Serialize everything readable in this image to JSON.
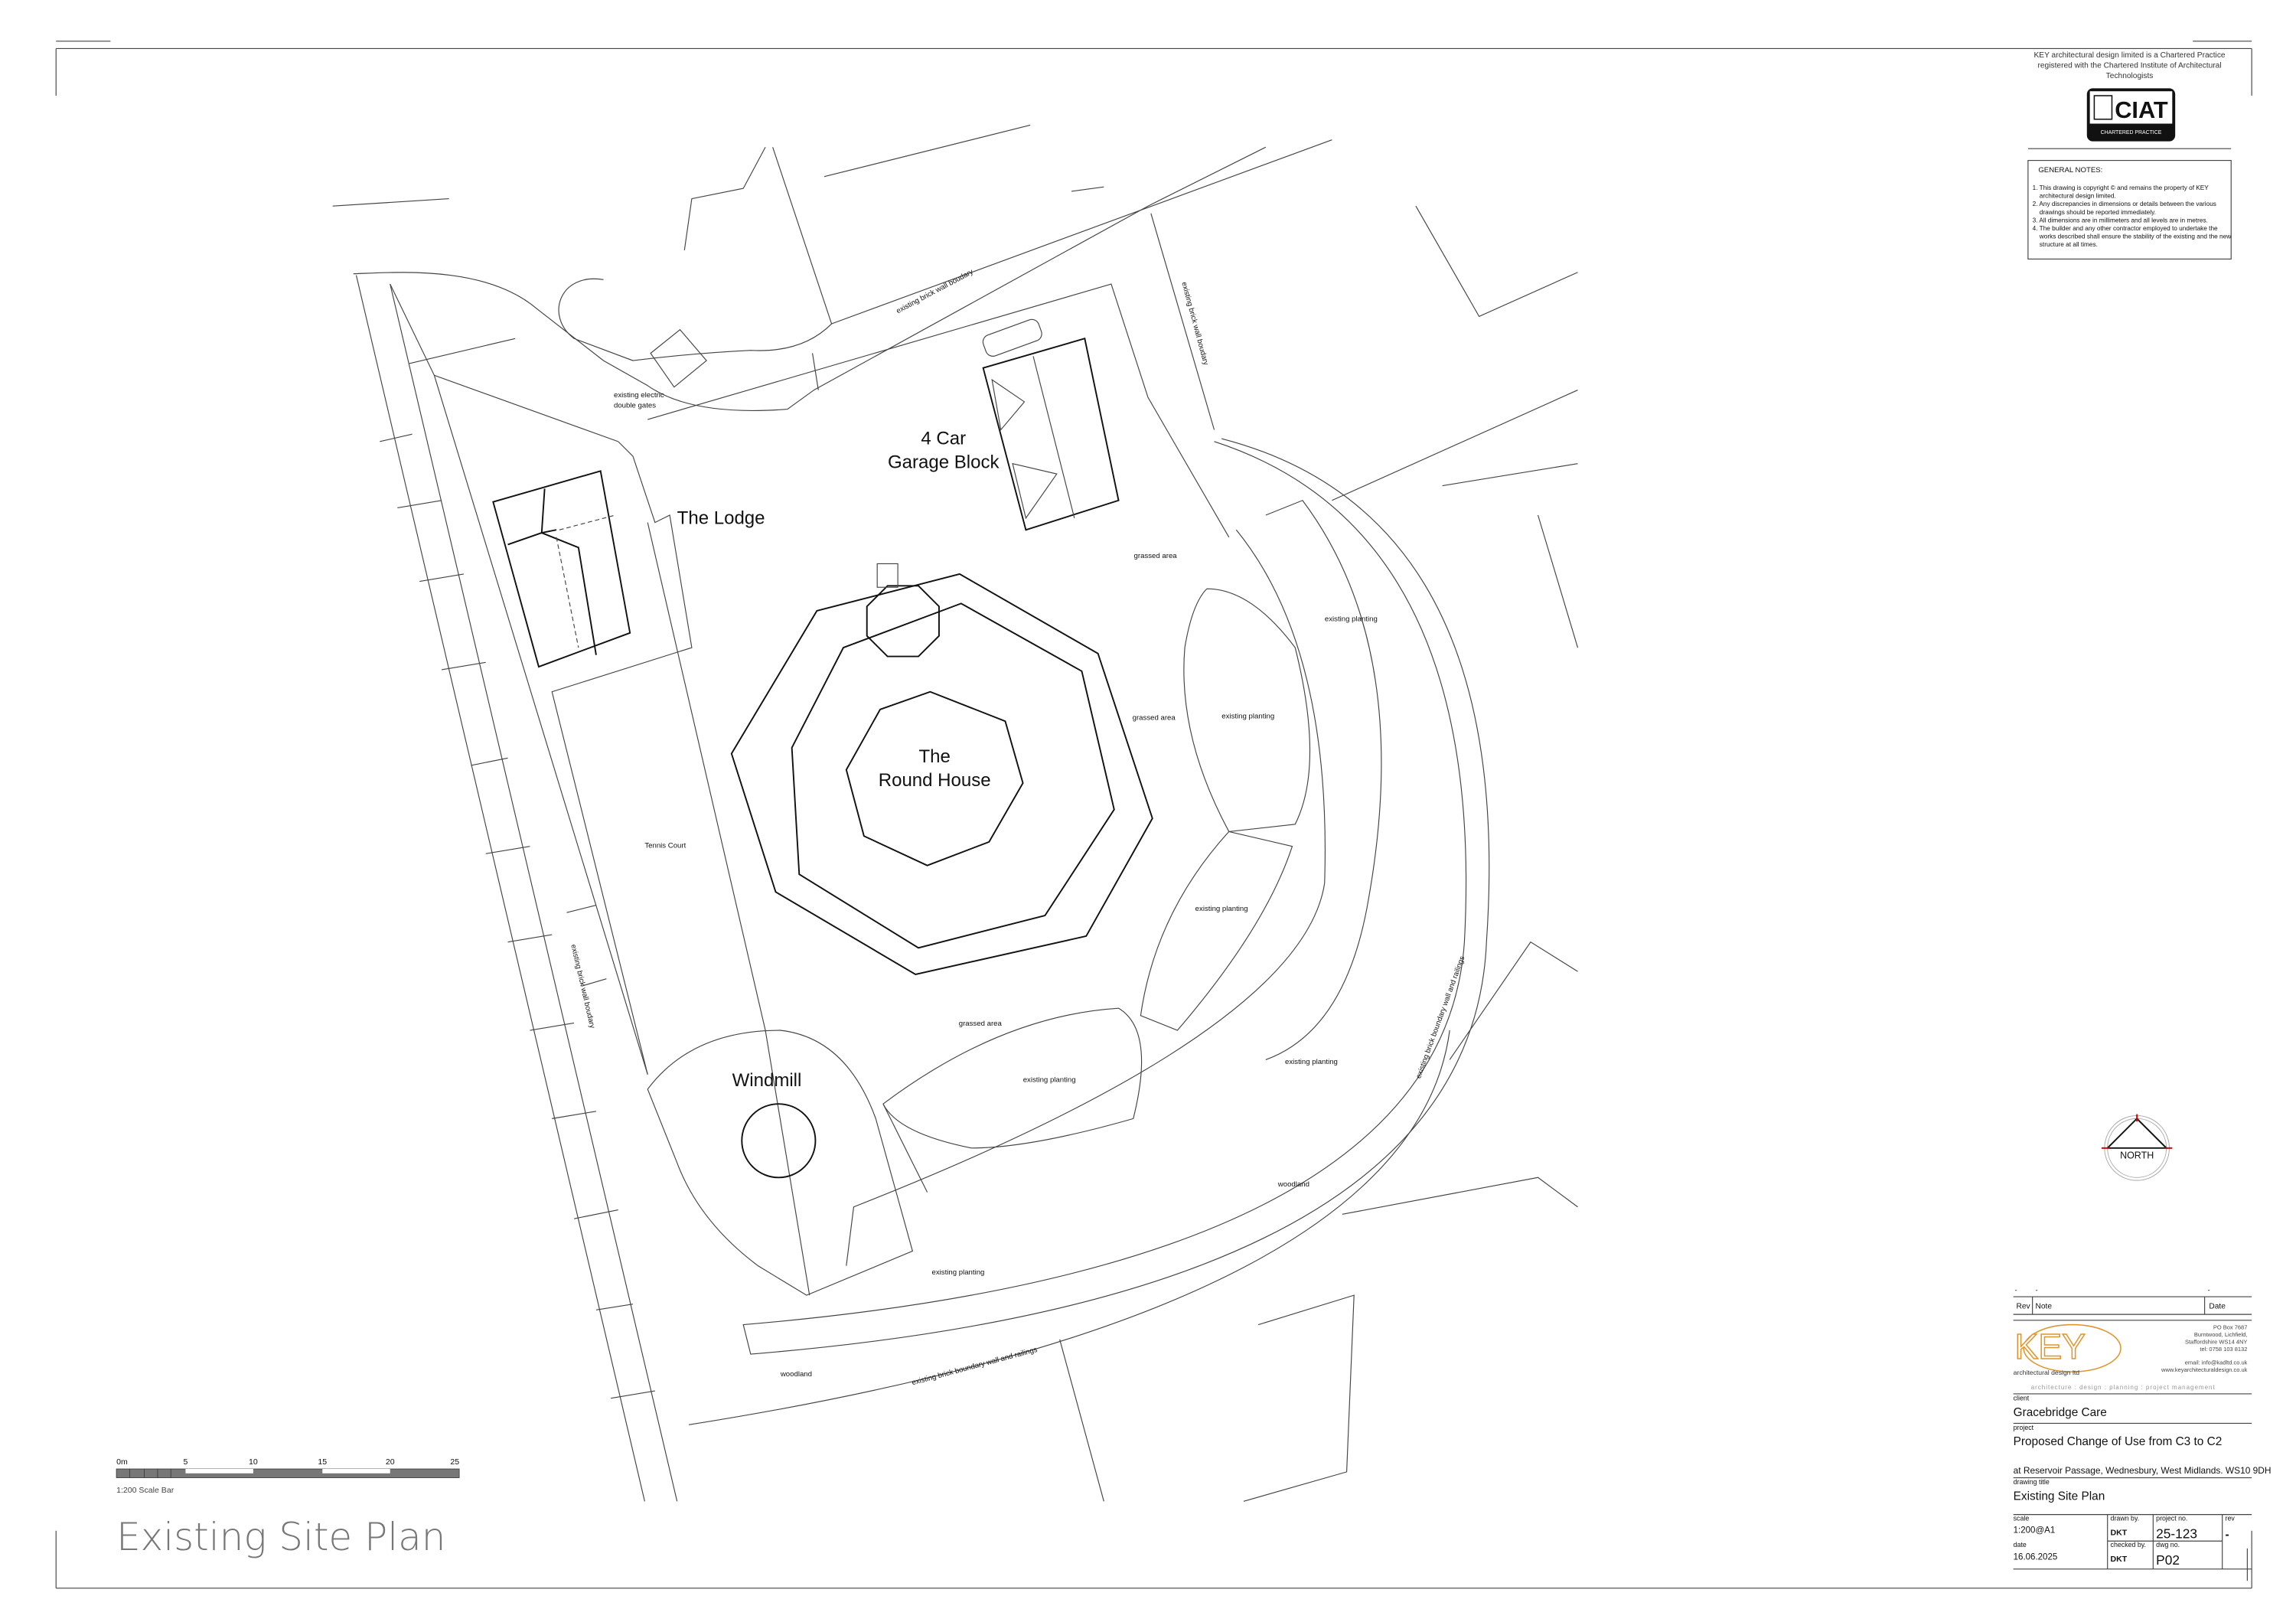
{
  "drawing_title_large": "Existing Site Plan",
  "scale_bar": {
    "ticks": [
      "0m",
      "5",
      "10",
      "15",
      "20",
      "25"
    ],
    "caption": "1:200 Scale Bar"
  },
  "practice_statement": [
    "KEY architectural design limited is a Chartered Practice",
    "registered with the Chartered Institute of Architectural",
    "Technologists"
  ],
  "ciat_logo": {
    "text": "CIAT",
    "subtext": "CHARTERED PRACTICE"
  },
  "general_notes": {
    "heading": "GENERAL NOTES:",
    "lines": [
      "1. This drawing is copyright © and remains the property of KEY",
      "    architectural design limited.",
      "2. Any discrepancies in dimensions or details between the various",
      "    drawings should be reported immediately.",
      "3. All dimensions are in millimeters and all levels are in metres.",
      "4. The builder and any other contractor employed to undertake the",
      "    works described shall ensure the stability of the existing and the new",
      "    structure at all times."
    ]
  },
  "north_arrow": {
    "label": "NORTH"
  },
  "plan_labels": {
    "lodge": "The Lodge",
    "garage_1": "4 Car",
    "garage_2": "Garage Block",
    "round_house_1": "The",
    "round_house_2": "Round House",
    "windmill": "Windmill",
    "tennis_court": "Tennis Court",
    "gates_1": "existing electric",
    "gates_2": "double gates",
    "grassed_area": "grassed area",
    "existing_planting": "existing planting",
    "woodland": "woodland",
    "brick_wall_boundary": "existing brick wall boudary",
    "boundary_wall_railings": "existing brick boundary wall and railings"
  },
  "title_block": {
    "revision_row": {
      "rev": "-",
      "note": "-",
      "date": "-"
    },
    "headers": {
      "rev": "Rev",
      "note": "Note",
      "date": "Date"
    },
    "company_logo": {
      "text": "KEY",
      "subtext": "architectural design ltd",
      "brand_color": "#E0962E"
    },
    "address": [
      "PO Box 7687",
      "Burntwood, Lichfield,",
      "Staffordshire WS14 4NY",
      "tel: 0758 103 8132"
    ],
    "contact": [
      "email: info@kadltd.co.uk",
      "www.keyarchitecturaldesign.co.uk"
    ],
    "tagline": "architecture : design : planning : project management",
    "client_label": "client",
    "client": "Gracebridge Care",
    "project_label": "project",
    "project": "Proposed Change of Use from C3 to C2",
    "site_address": "at Reservoir Passage, Wednesbury, West Midlands. WS10 9DH",
    "drawing_title_label": "drawing title",
    "drawing_title": "Existing Site Plan",
    "scale_label": "scale",
    "scale": "1:200@A1",
    "date_label": "date",
    "date": "16.06.2025",
    "drawn_by_label": "drawn by.",
    "drawn_by": "DKT",
    "checked_by_label": "checked by.",
    "checked_by": "DKT",
    "project_no_label": "project no.",
    "project_no": "25-123",
    "dwg_no_label": "dwg no.",
    "dwg_no": "P02",
    "rev_label": "rev",
    "rev": "-"
  }
}
